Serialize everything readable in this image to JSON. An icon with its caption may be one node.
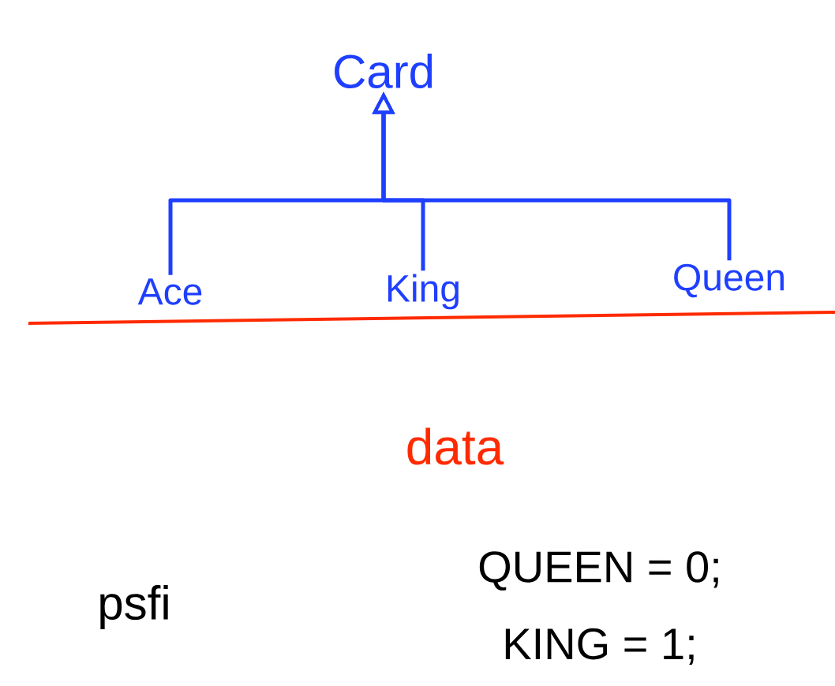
{
  "diagram": {
    "nodes": [
      {
        "text": [
          "Card"
        ]
      },
      {
        "text": [
          "Ace"
        ]
      },
      {
        "text": [
          "King"
        ]
      },
      {
        "text": [
          "Queen"
        ]
      }
    ],
    "edges": [
      {
        "from": 1,
        "to": 0,
        "arrow": "to"
      },
      {
        "from": 2,
        "to": 0,
        "arrow": "to"
      },
      {
        "from": 3,
        "to": 0,
        "arrow": "to"
      }
    ],
    "labels": [
      "data",
      "psfi",
      "QUEEN = 0;",
      "KING = 1;"
    ]
  }
}
